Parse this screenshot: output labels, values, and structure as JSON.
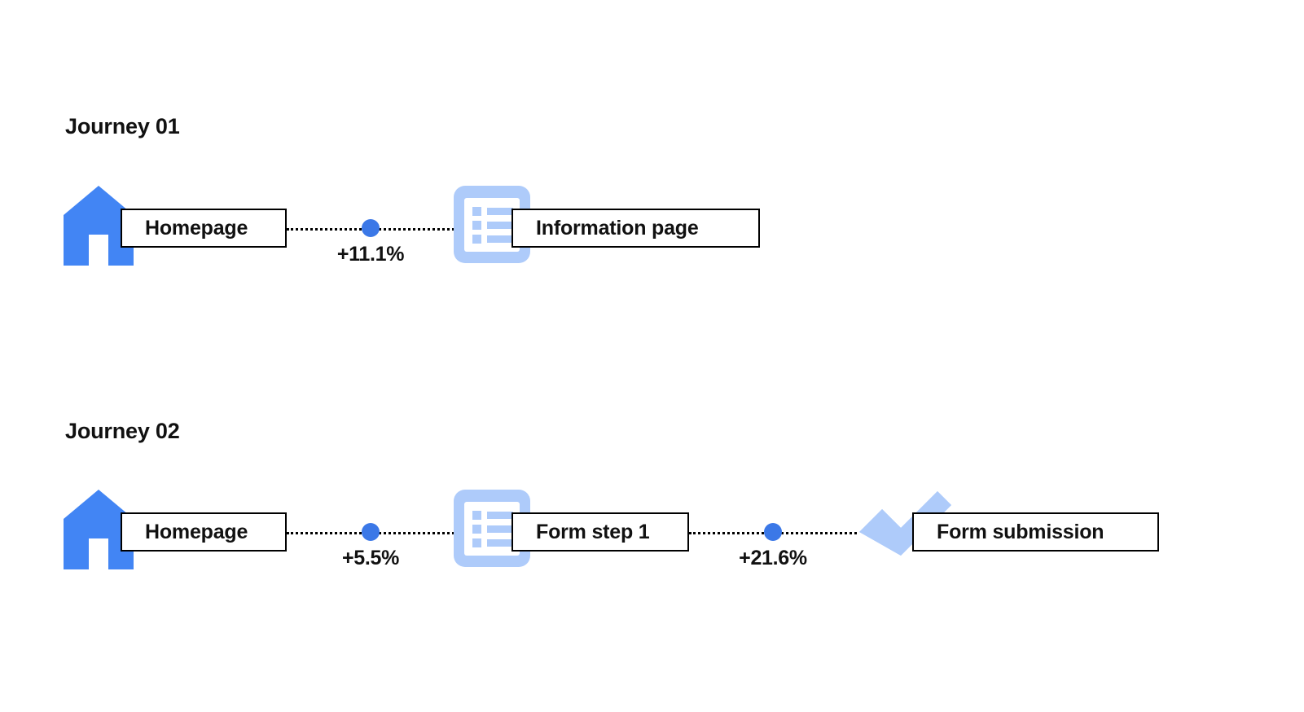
{
  "colors": {
    "icon_solid_blue": "#4285F4",
    "icon_light_blue": "#AECBFA",
    "node_dot_blue": "#3B78E7",
    "box_border": "#000000",
    "box_fill": "#FFFFFF",
    "text": "#111111",
    "background": "#FFFFFF"
  },
  "journeys": [
    {
      "title": "Journey 01",
      "steps": [
        {
          "icon": "home-icon",
          "label": "Homepage"
        },
        {
          "icon": "list-page-icon",
          "label": "Information page"
        }
      ],
      "transitions": [
        {
          "percent": "+11.1%"
        }
      ]
    },
    {
      "title": "Journey 02",
      "steps": [
        {
          "icon": "home-icon",
          "label": "Homepage"
        },
        {
          "icon": "list-page-icon",
          "label": "Form step 1"
        },
        {
          "icon": "checkmark-icon",
          "label": "Form submission"
        }
      ],
      "transitions": [
        {
          "percent": "+5.5%"
        },
        {
          "percent": "+21.6%"
        }
      ]
    }
  ]
}
